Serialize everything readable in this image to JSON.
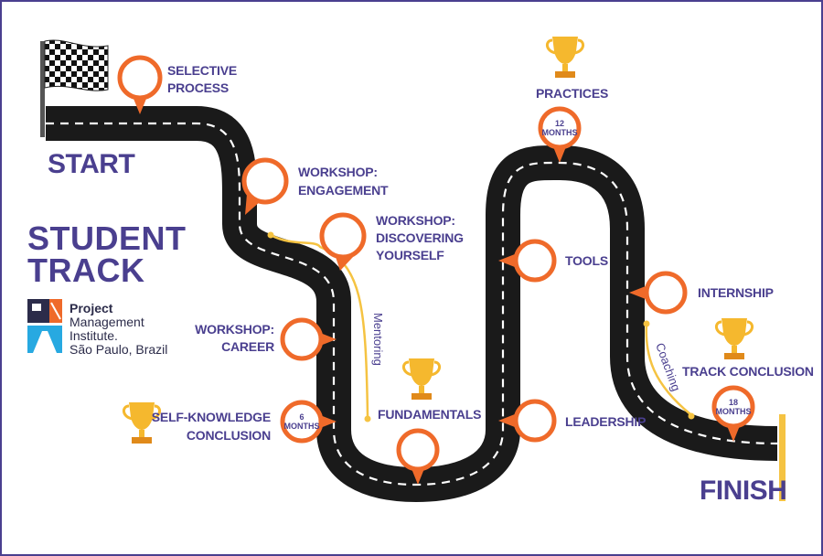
{
  "title": [
    "STUDENT",
    "TRACK"
  ],
  "start_label": "START",
  "finish_label": "FINISH",
  "logo": {
    "line1": "Project",
    "line2": "Management",
    "line3": "Institute.",
    "line4": "São Paulo, Brazil",
    "mark": "PMI"
  },
  "milestones": {
    "selective_process": [
      "SELECTIVE",
      "PROCESS"
    ],
    "workshop_engagement": [
      "WORKSHOP:",
      "ENGAGEMENT"
    ],
    "workshop_discovering": [
      "WORKSHOP:",
      "DISCOVERING",
      "YOURSELF"
    ],
    "workshop_career": [
      "WORKSHOP:",
      "CAREER"
    ],
    "self_knowledge": [
      "SELF-KNOWLEDGE",
      "CONCLUSION"
    ],
    "fundamentals": "FUNDAMENTALS",
    "tools": "TOOLS",
    "leadership": "LEADERSHIP",
    "practices": "PRACTICES",
    "internship": "INTERNSHIP",
    "track_conclusion": "TRACK CONCLUSION"
  },
  "pins": {
    "six_months": [
      "6",
      "MONTHS"
    ],
    "twelve_months": [
      "12",
      "MONTHS"
    ],
    "eighteen_months": [
      "18",
      "MONTHS"
    ]
  },
  "threads": {
    "mentoring": "Mentoring",
    "coaching": "Coaching"
  },
  "colors": {
    "purple": "#4a3f8f",
    "orange": "#ef6a2a",
    "road": "#1a1a1a",
    "gold": "#f5b82e",
    "thread": "#f5c342"
  },
  "icons": [
    "checkered-flag-icon",
    "trophy-icon",
    "finish-post-icon",
    "pmi-logo-icon"
  ]
}
